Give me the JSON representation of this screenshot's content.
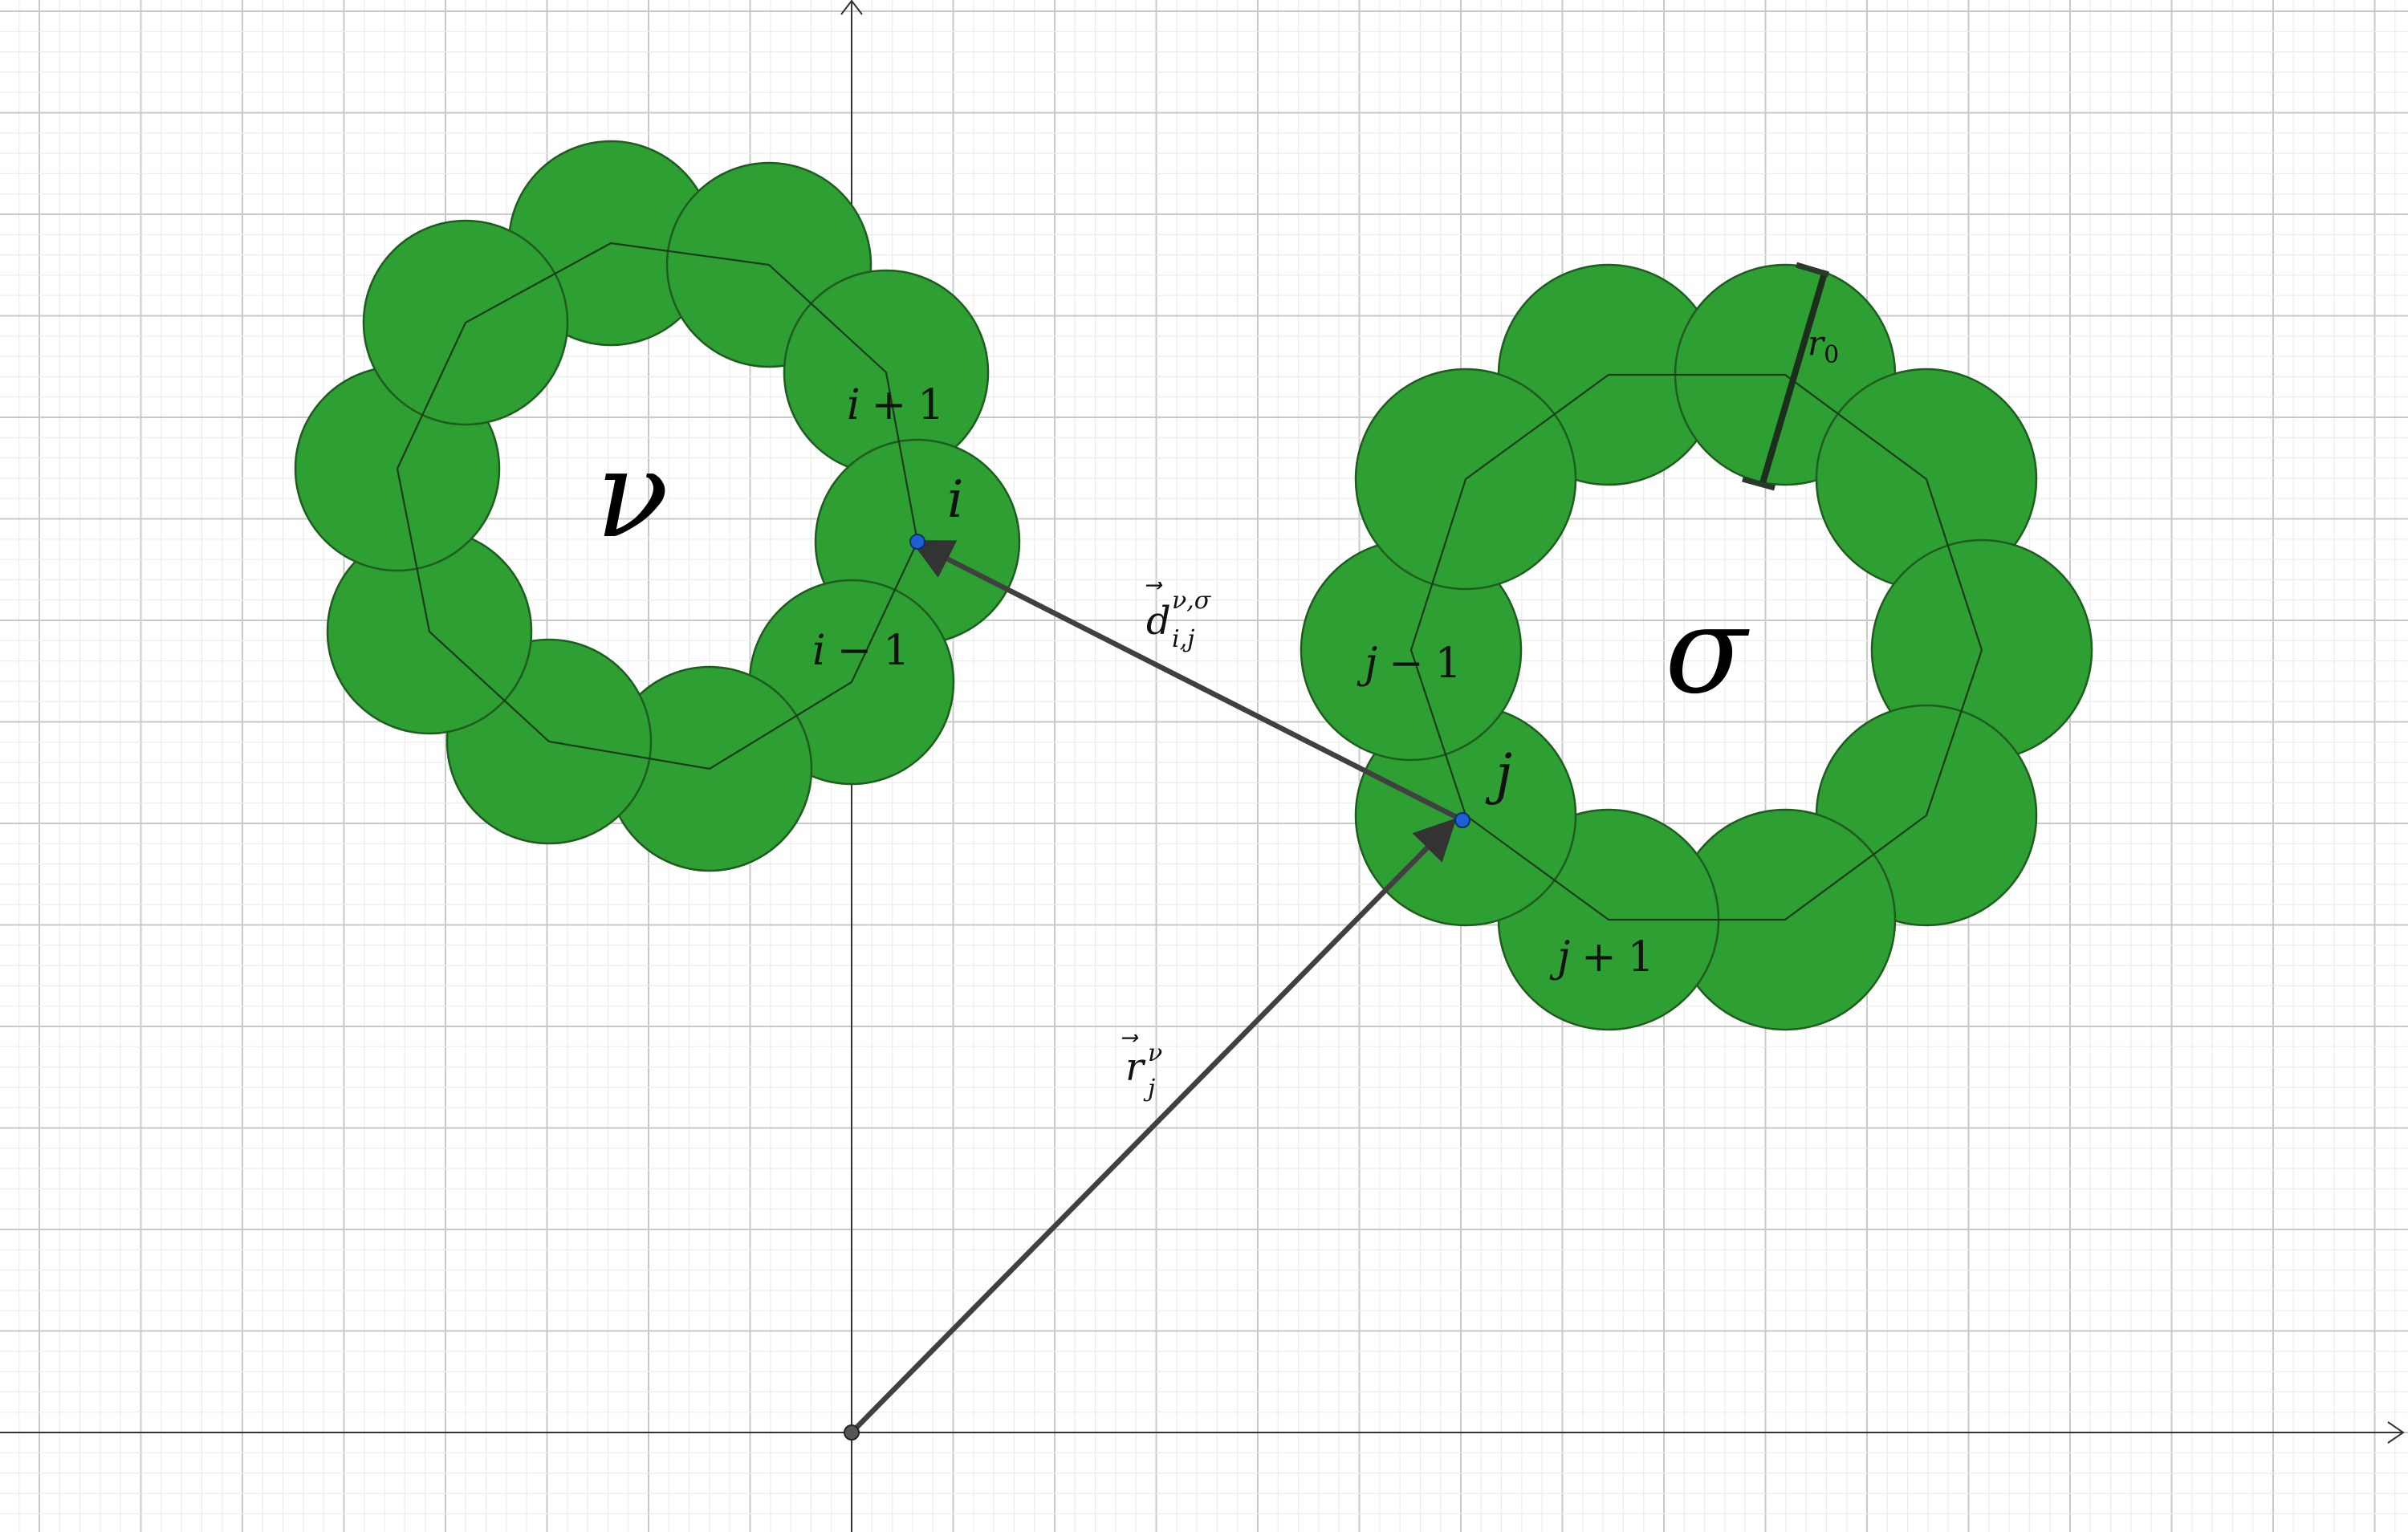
{
  "colors": {
    "disk_fill": "#2e9f32",
    "disk_stroke": "#1f5c1f",
    "vector": "#404040",
    "point": "#1f5fd6",
    "origin": "#555555",
    "grid_minor": "#ececec",
    "grid_major": "#c9c9c9"
  },
  "chains": {
    "nu": {
      "symbol": "ν"
    },
    "sigma": {
      "symbol": "σ"
    }
  },
  "labels": {
    "i_plus": {
      "base": "i",
      "op": "+",
      "num": "1"
    },
    "i": {
      "base": "i"
    },
    "i_minus": {
      "base": "i",
      "op": "−",
      "num": "1"
    },
    "j_minus": {
      "base": "j",
      "op": "−",
      "num": "1"
    },
    "j": {
      "base": "j"
    },
    "j_plus": {
      "base": "j",
      "op": "+",
      "num": "1"
    }
  },
  "vectors": {
    "distance": {
      "base": "d",
      "arrow": "⃗",
      "sup": "ν,σ",
      "sub": "i,j"
    },
    "position": {
      "base": "r",
      "arrow": "⃗",
      "sup": "ν",
      "sub": "j"
    }
  },
  "radius": {
    "base": "r",
    "sub": "0"
  },
  "icons": {
    "x_axis_arrow": "x-axis-arrow-icon",
    "y_axis_arrow": "y-axis-arrow-icon"
  }
}
